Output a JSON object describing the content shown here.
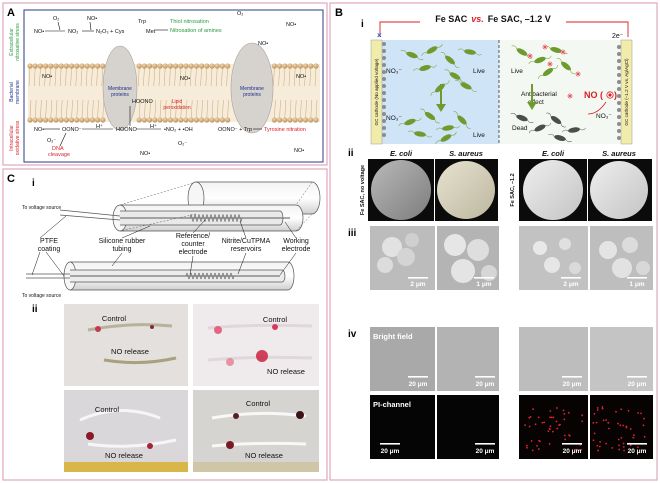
{
  "panelA": {
    "letter": "A",
    "side_labels": {
      "extracellular": [
        "Extracellular",
        "nitrosative stress"
      ],
      "membrane": [
        "Bacterial",
        "membrane"
      ],
      "intracellular": [
        "Intracellular",
        "oxidative stress"
      ]
    },
    "top": {
      "o2": "O₂",
      "no": "NO•",
      "no2": "NO₂",
      "n2o3": "N₂O₃ + Cys",
      "trp": "Trp",
      "met": "Met",
      "thiol": "Thiol nitrosation",
      "amines": "Nitrosation of amines",
      "o2b": "O₂",
      "nor": "NO•",
      "nor2": "NO•"
    },
    "mid": {
      "no_left": "NO•",
      "no_mid": "NO•",
      "no_right": "NO•",
      "membrane_proteins_1": [
        "Membrane",
        "proteins"
      ],
      "membrane_proteins_2": [
        "Membrane",
        "proteins"
      ],
      "hoono_top": "HOONO",
      "lipid": [
        "Lipid",
        "peroxidation"
      ]
    },
    "bottom": {
      "no": "NO•",
      "oono": "OONO⁻",
      "o2m": "O₂⁻",
      "hplus1": "H⁺",
      "hoono": "HOONO",
      "hplus2": "H⁺",
      "radicals": "•NO₂ + •OH",
      "o2m2": "O₂⁻",
      "oono_trp": "OONO⁻ + Trp",
      "tyrosine": "Tyrosine nitration",
      "dna": [
        "DNA",
        "cleavage"
      ],
      "no_bottom": "NO•",
      "no_right": "NO•"
    }
  },
  "panelB": {
    "letter": "B",
    "i": {
      "label": "i",
      "title_left": "Fe SAC",
      "title_vs": "vs.",
      "title_right": "Fe SAC, –1.2 V",
      "electrons": "2e⁻",
      "left_electrode": "GC cathode (No applied voltage)",
      "right_electrode": "GC cathode (–1.2 V vs. Ag/AgCl)",
      "no3_a": "NO₃⁻",
      "no3_b": "NO₃⁻",
      "no3_c": "NO₃⁻",
      "live_1": "Live",
      "live_2": "Live",
      "live_3": "Live",
      "antibacterial": [
        "Antibacterial",
        "effect"
      ],
      "dead": "Dead",
      "no_label": "NO ("
    },
    "ii": {
      "label": "ii",
      "col_headers": [
        "E. coli",
        "S. aureus",
        "E. coli",
        "S. aureus"
      ],
      "row_label_left": "Fe SAC, no voltage",
      "row_label_right": "Fe SAC, –1.2"
    },
    "iii": {
      "label": "iii",
      "scales": [
        "2 μm",
        "1 μm",
        "2 μm",
        "1 μm"
      ]
    },
    "iv": {
      "label": "iv",
      "bright": "Bright field",
      "pi": "PI-channel",
      "scale": "20 μm"
    }
  },
  "panelC": {
    "letter": "C",
    "i": {
      "label": "i",
      "voltage_top": "To voltage source",
      "voltage_bottom": "To voltage source",
      "ptfe": [
        "PTFE",
        "coating"
      ],
      "silicone": [
        "Silicone rubber",
        "tubing"
      ],
      "reference": [
        "Reference/",
        "counter",
        "electrode"
      ],
      "reservoir": [
        "Nitrite/CuTPMA",
        "reservoirs"
      ],
      "working": [
        "Working",
        "electrode"
      ]
    },
    "ii": {
      "label": "ii",
      "control": "Control",
      "release": "NO release"
    }
  },
  "colors": {
    "panel_border": "#e1a6bd",
    "green_text": "#2a9a3c",
    "red_text": "#d81f26",
    "navy_text": "#1e2f8a",
    "bacteria": "#6e9b2e",
    "membrane_head": "#c9a878",
    "left_bg": "#cfe4f7"
  }
}
